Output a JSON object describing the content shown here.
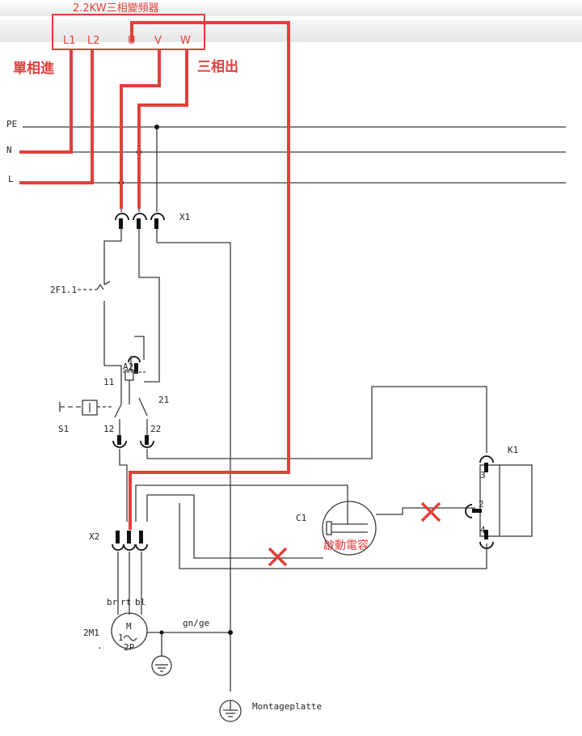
{
  "inverter": {
    "title": "2.2KW三相變頻器",
    "terminals": [
      "L1",
      "L2",
      "U",
      "V",
      "W"
    ]
  },
  "notes": {
    "single_phase_in": "單相進",
    "three_phase_out": "三相出",
    "start_capacitor": "啟動電容"
  },
  "buses": [
    "PE",
    "N",
    "L"
  ],
  "components": {
    "x1": "X1",
    "breaker": "2F1.1",
    "a2": "A2",
    "contact_11": "11",
    "contact_21": "21",
    "switch": "S1",
    "contact_12": "12",
    "contact_22": "22",
    "x2": "X2",
    "capacitor": "C1",
    "relay": "K1",
    "k1_pin_3": "3",
    "k1_pin_2": "2",
    "k1_pin_4": "4",
    "motor": "2M1",
    "motor_dot": ".",
    "motor_m": "M",
    "motor_1": "1",
    "motor_2p": "2P",
    "wire_br": "br",
    "wire_rt": "rt",
    "wire_bl": "bl",
    "wire_gnge": "gn/ge",
    "ground_plate": "Montageplatte"
  },
  "colors": {
    "annotation": "#e0403c",
    "wire": "#3a3a3a"
  }
}
